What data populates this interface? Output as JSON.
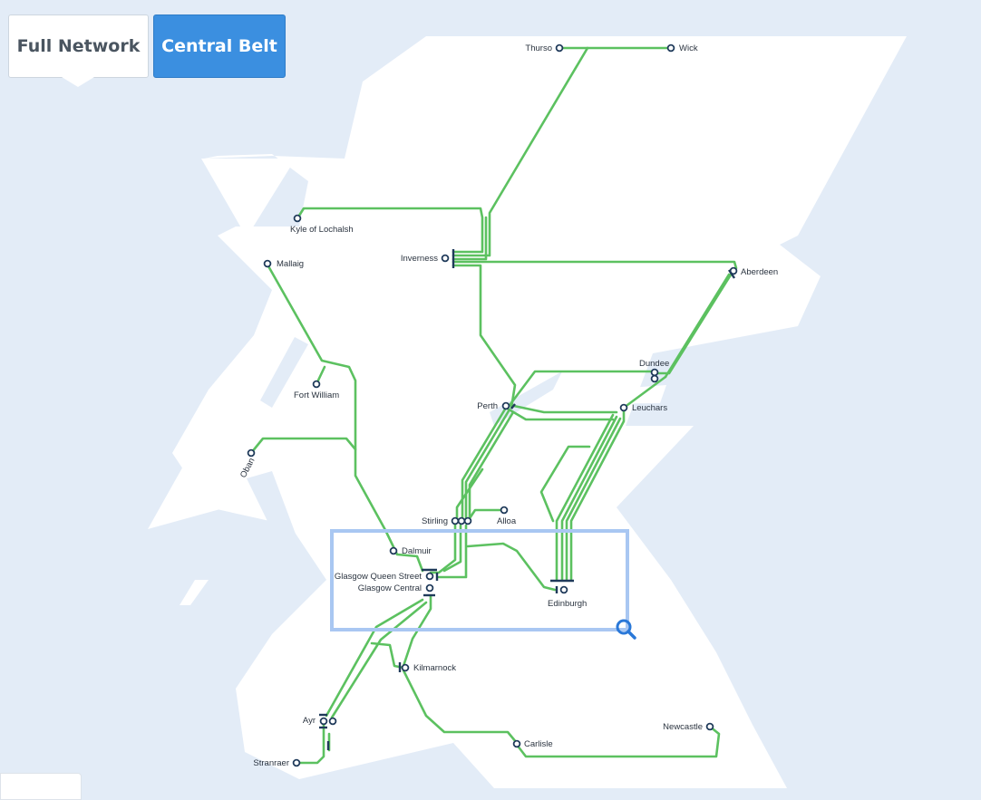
{
  "tabs": {
    "full_network": "Full Network",
    "central_belt": "Central Belt"
  },
  "colors": {
    "background": "#e3ecf7",
    "land": "#ffffff",
    "route": "#5cc160",
    "station_stroke": "#1f3a5a",
    "zoom_box": "#a9c7f2",
    "zoom_icon": "#2a78d8",
    "active_tab": "#3b8fe0"
  },
  "map": {
    "zoom_icon": "magnifier-icon",
    "stations": [
      "Thurso",
      "Wick",
      "Kyle of Lochalsh",
      "Inverness",
      "Mallaig",
      "Aberdeen",
      "Fort William",
      "Dundee",
      "Perth",
      "Leuchars",
      "Oban",
      "Stirling",
      "Alloa",
      "Dalmuir",
      "Glasgow Queen Street",
      "Glasgow Central",
      "Edinburgh",
      "Kilmarnock",
      "Ayr",
      "Newcastle",
      "Carlisle",
      "Stranraer"
    ]
  }
}
